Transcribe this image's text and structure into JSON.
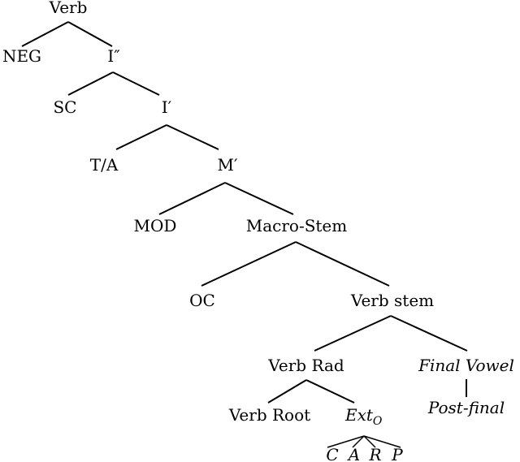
{
  "tree": {
    "verb": "Verb",
    "neg": "NEG",
    "i_double_bar": "I″",
    "sc": "SC",
    "i_bar": "I′",
    "ta": "T/A",
    "m_bar": "M′",
    "mod": "MOD",
    "macro_stem": "Macro-Stem",
    "oc": "OC",
    "verb_stem": "Verb stem",
    "verb_rad": "Verb Rad",
    "final_vowel": "Final Vowel",
    "verb_root": "Verb Root",
    "ext_main": "Ext",
    "ext_sub": "O",
    "post_final": "Post-final",
    "leaves": [
      "C",
      "A",
      "R",
      "P"
    ]
  }
}
